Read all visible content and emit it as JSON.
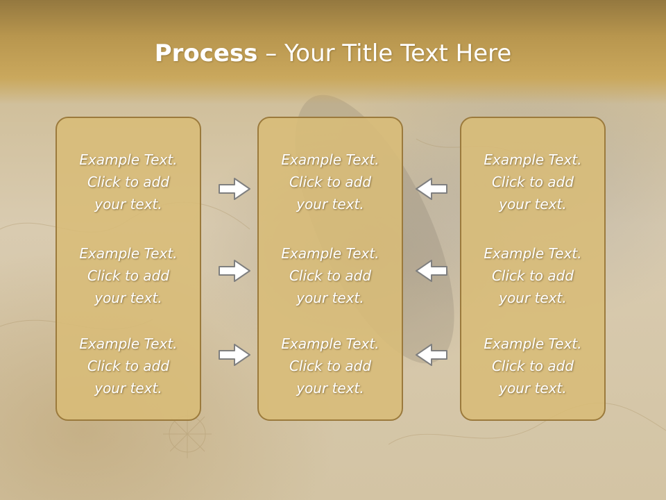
{
  "title": {
    "bold": "Process",
    "rest": " – Your Title Text Here"
  },
  "panels": [
    {
      "cells": [
        "Example Text.\nClick  to add\nyour text.",
        "Example Text.\nClick  to add\nyour text.",
        "Example Text.\nClick  to add\nyour text."
      ]
    },
    {
      "cells": [
        "Example Text.\nClick  to add\nyour text.",
        "Example Text.\nClick  to add\nyour text.",
        "Example Text.\nClick  to add\nyour text."
      ]
    },
    {
      "cells": [
        "Example Text.\nClick  to add\nyour text.",
        "Example Text.\nClick  to add\nyour text.",
        "Example Text.\nClick  to add\nyour text."
      ]
    }
  ],
  "arrows": {
    "left_column": "right-arrow-icon",
    "right_column": "left-arrow-icon"
  },
  "colors": {
    "panel_fill": "#d8bc78",
    "panel_border": "#9b7a3c",
    "header": "#caa85d",
    "text": "#ffffff"
  }
}
